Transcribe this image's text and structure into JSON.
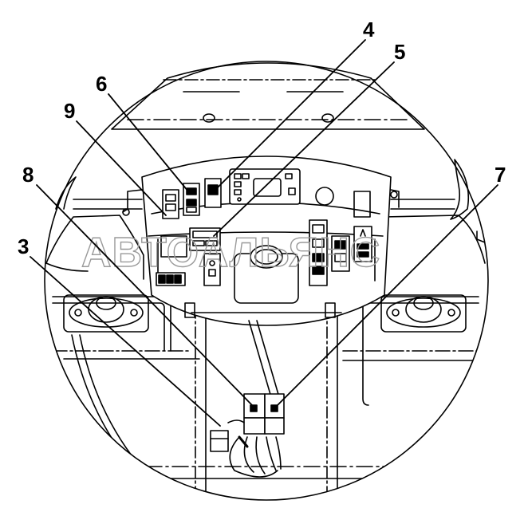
{
  "watermark": {
    "text": "АВТОАЛЬЯНС"
  },
  "callouts": [
    {
      "id": "4",
      "label": "4"
    },
    {
      "id": "5",
      "label": "5"
    },
    {
      "id": "6",
      "label": "6"
    },
    {
      "id": "9",
      "label": "9"
    },
    {
      "id": "8",
      "label": "8"
    },
    {
      "id": "3",
      "label": "3"
    },
    {
      "id": "7",
      "label": "7"
    }
  ],
  "colors": {
    "ink": "#000000",
    "watermark": "#9a9a9a",
    "background": "#ffffff"
  }
}
